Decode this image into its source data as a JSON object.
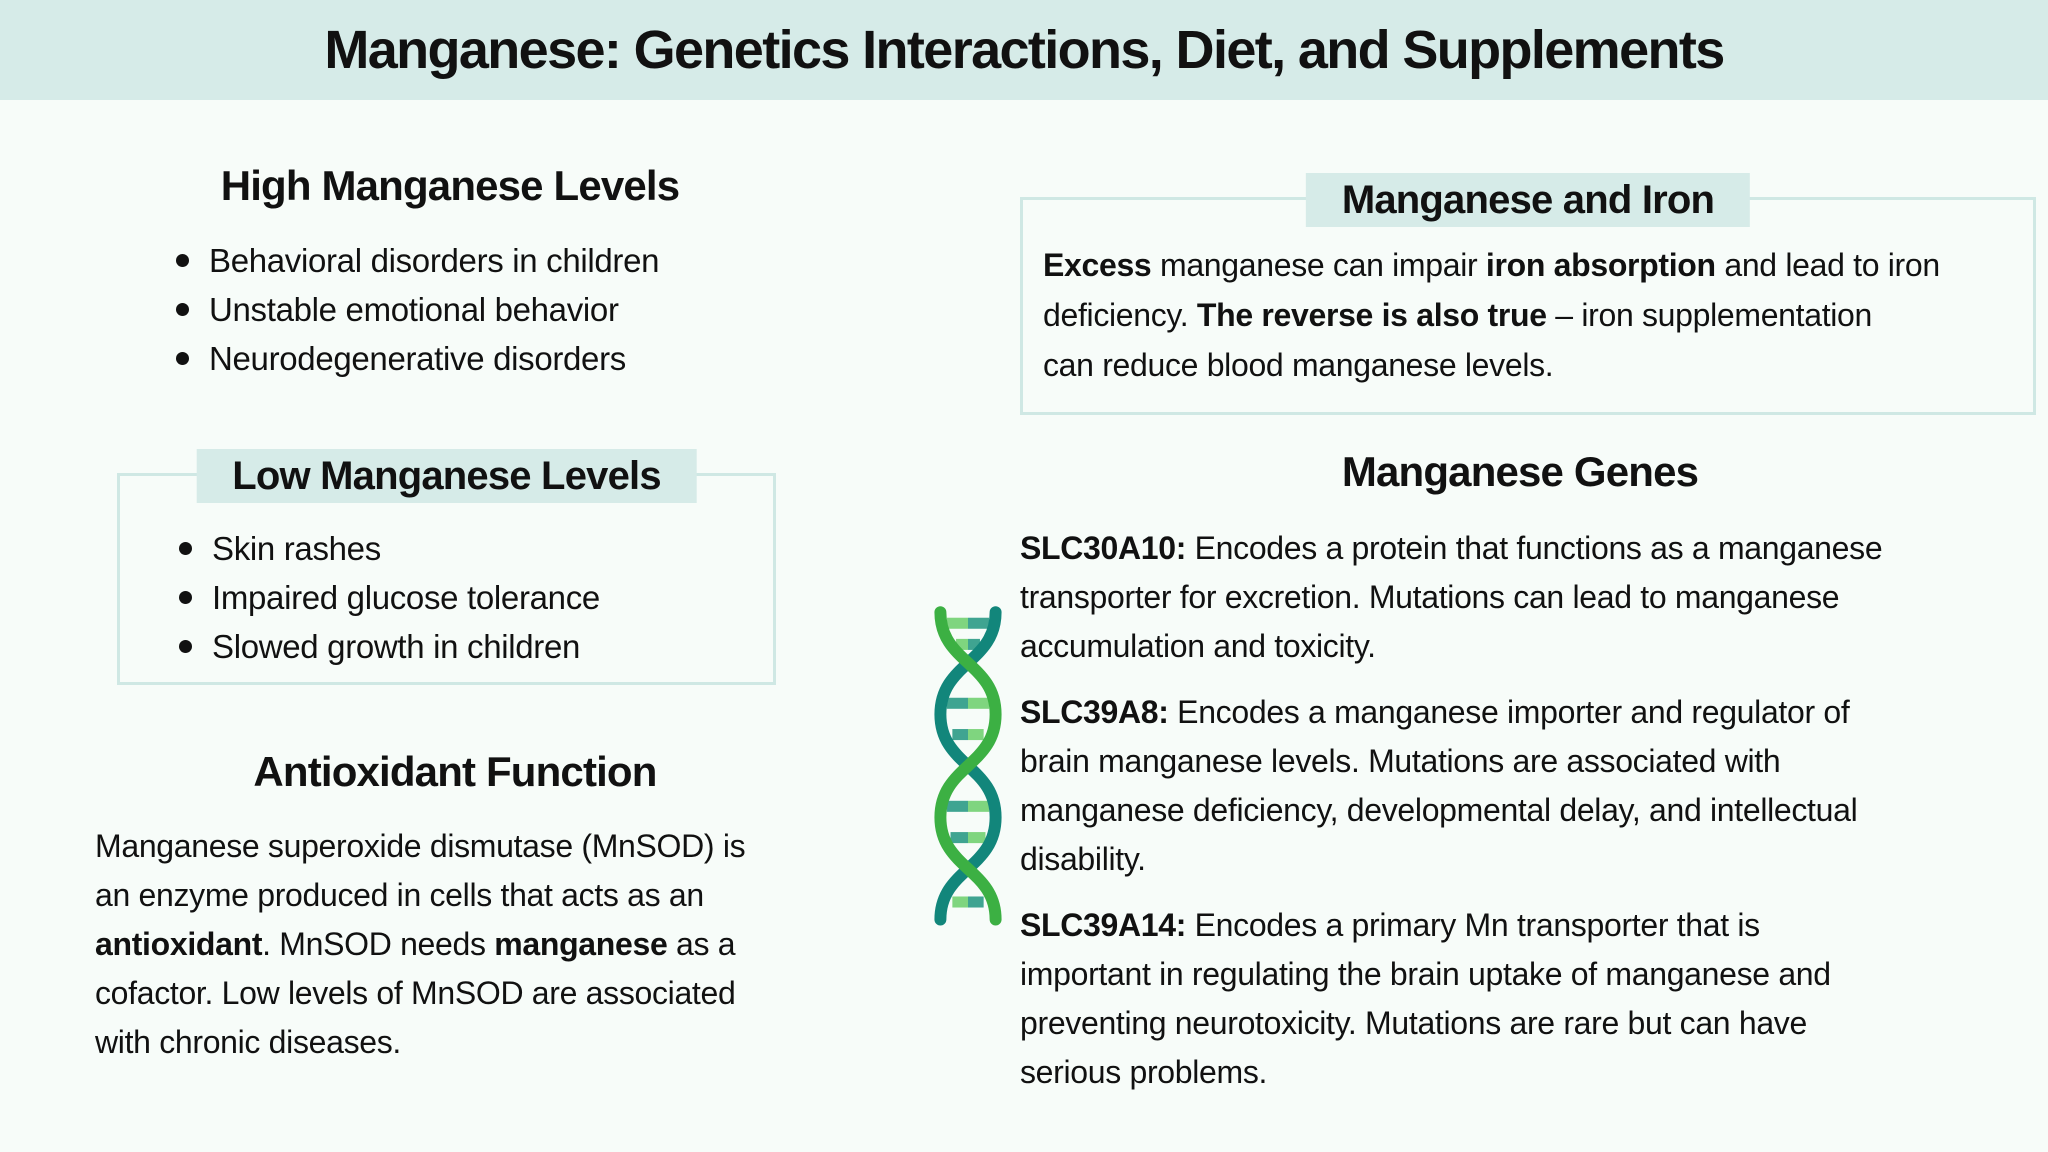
{
  "colors": {
    "band_teal": "#d6ebe8",
    "page_bg": "#f7fcf9",
    "box_border": "#cfe8e4",
    "text": "#111111",
    "dna_green": "#3cb043",
    "dna_teal": "#12867b",
    "dna_rung_light_green": "#7fd57f",
    "dna_rung_teal": "#3fa491"
  },
  "header": {
    "title": "Manganese: Genetics Interactions, Diet, and Supplements"
  },
  "left": {
    "high": {
      "title": "High Manganese Levels",
      "items": [
        "Behavioral disorders in children",
        "Unstable emotional behavior",
        "Neurodegenerative disorders"
      ]
    },
    "low": {
      "title": "Low Manganese Levels",
      "items": [
        "Skin rashes",
        "Impaired glucose tolerance",
        "Slowed growth in children"
      ]
    },
    "antioxidant": {
      "title": "Antioxidant Function",
      "segments": [
        {
          "t": "Manganese superoxide dismutase (MnSOD) is",
          "b": false
        },
        {
          "br": true
        },
        {
          "t": "an enzyme produced in cells that acts as an",
          "b": false
        },
        {
          "br": true
        },
        {
          "t": "antioxidant",
          "b": true
        },
        {
          "t": ". MnSOD needs ",
          "b": false
        },
        {
          "t": "manganese",
          "b": true
        },
        {
          "t": " as a",
          "b": false
        },
        {
          "br": true
        },
        {
          "t": "cofactor. Low levels of MnSOD are associated",
          "b": false
        },
        {
          "br": true
        },
        {
          "t": "with chronic diseases.",
          "b": false
        }
      ]
    }
  },
  "right": {
    "iron": {
      "title": "Manganese and Iron",
      "segments": [
        {
          "t": "Excess",
          "b": true
        },
        {
          "t": " manganese can impair ",
          "b": false
        },
        {
          "t": "iron absorption",
          "b": true
        },
        {
          "t": " and lead to iron",
          "b": false
        },
        {
          "br": true
        },
        {
          "t": "deficiency. ",
          "b": false
        },
        {
          "t": "The reverse is also true",
          "b": true
        },
        {
          "t": " – iron supplementation",
          "b": false
        },
        {
          "br": true
        },
        {
          "t": "can reduce blood manganese levels.",
          "b": false
        }
      ]
    },
    "genes": {
      "title": "Manganese Genes",
      "entries": [
        {
          "segments": [
            {
              "t": "SLC30A10:",
              "b": true
            },
            {
              "t": " Encodes a protein that functions as a manganese",
              "b": false
            },
            {
              "br": true
            },
            {
              "t": "transporter for excretion. Mutations can lead to manganese",
              "b": false
            },
            {
              "br": true
            },
            {
              "t": "accumulation and toxicity.",
              "b": false
            }
          ]
        },
        {
          "segments": [
            {
              "t": "SLC39A8:",
              "b": true
            },
            {
              "t": " Encodes a manganese importer and regulator of",
              "b": false
            },
            {
              "br": true
            },
            {
              "t": "brain manganese levels. Mutations are associated with",
              "b": false
            },
            {
              "br": true
            },
            {
              "t": "manganese deficiency, developmental delay, and intellectual",
              "b": false
            },
            {
              "br": true
            },
            {
              "t": "disability.",
              "b": false
            }
          ]
        },
        {
          "segments": [
            {
              "t": "SLC39A14:",
              "b": true
            },
            {
              "t": " Encodes a primary Mn transporter that is",
              "b": false
            },
            {
              "br": true
            },
            {
              "t": "important in regulating the brain uptake of manganese and",
              "b": false
            },
            {
              "br": true
            },
            {
              "t": "preventing neurotoxicity. Mutations are rare but can have",
              "b": false
            },
            {
              "br": true
            },
            {
              "t": "serious problems.",
              "b": false
            }
          ]
        }
      ]
    },
    "dna_icon": "dna-double-helix"
  }
}
